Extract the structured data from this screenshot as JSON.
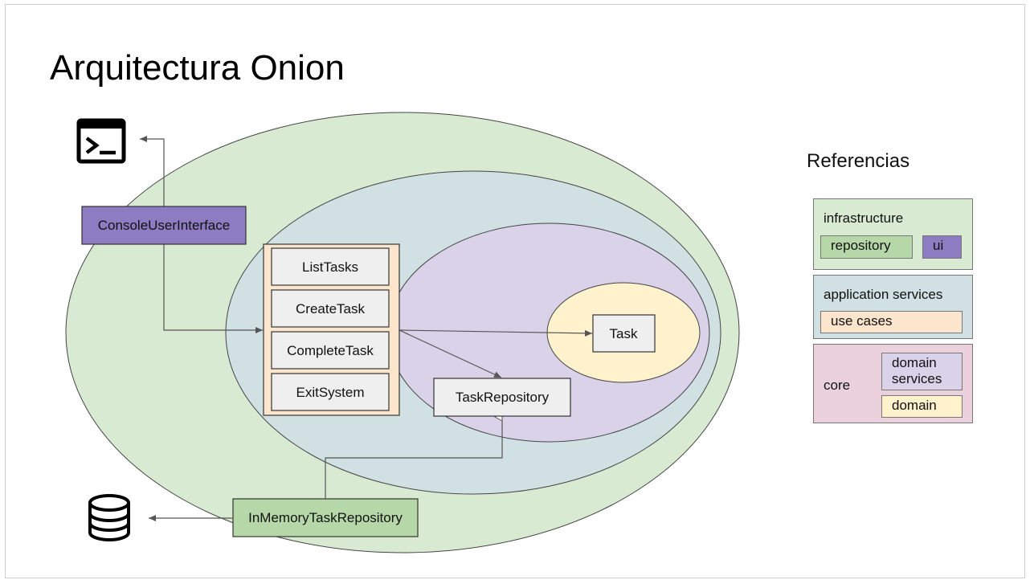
{
  "title": "Arquitectura Onion",
  "colors": {
    "infrastructure": "#d9ead3",
    "application_services": "#d0e0e3",
    "core": "#ead1dc",
    "domain_services": "#d9d2e9",
    "domain": "#fff2cc",
    "use_cases": "#fce5cd",
    "repository": "#b6d7a8",
    "ui": "#8e7cc3",
    "box": "#efefef"
  },
  "diagram": {
    "use_cases": [
      "ListTasks",
      "CreateTask",
      "CompleteTask",
      "ExitSystem"
    ],
    "console_ui": "ConsoleUserInterface",
    "task_repository": "TaskRepository",
    "task": "Task",
    "in_memory_repository": "InMemoryTaskRepository",
    "icons": [
      "terminal-icon",
      "database-icon"
    ]
  },
  "legend": {
    "title": "Referencias",
    "infrastructure": {
      "label": "infrastructure",
      "repository": "repository",
      "ui": "ui"
    },
    "application_services": {
      "label": "application services",
      "use_cases": "use cases"
    },
    "core": {
      "label": "core",
      "domain_services_line1": "domain",
      "domain_services_line2": "services",
      "domain": "domain"
    }
  }
}
